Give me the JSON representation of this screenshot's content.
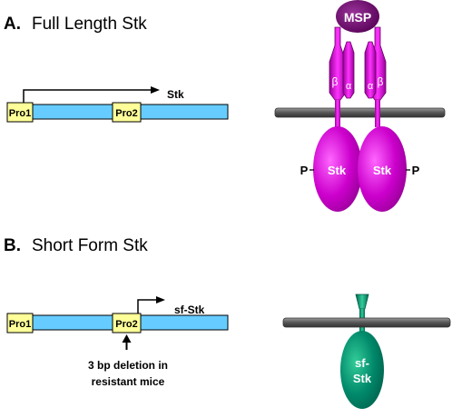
{
  "panel_a": {
    "letter": "A.",
    "title": "Full Length Stk",
    "promoter1": "Pro1",
    "promoter2": "Pro2",
    "transcript_label": "Stk",
    "ligand": "MSP",
    "beta": "β",
    "alpha": "α",
    "kinase_left": "Stk",
    "kinase_right": "Stk",
    "phospho_left": "P",
    "phospho_right": "P"
  },
  "panel_b": {
    "letter": "B.",
    "title": "Short Form Stk",
    "promoter1": "Pro1",
    "promoter2": "Pro2",
    "transcript_label": "sf-Stk",
    "deletion_note_line1": "3 bp deletion in",
    "deletion_note_line2": "resistant mice",
    "sf_line1": "sf-",
    "sf_line2": "Stk"
  },
  "colors": {
    "gene_bar": "#66ccff",
    "promoter_box": "#ffff99",
    "receptor_magenta": "#cc00cc",
    "ligand_purple": "#660066",
    "sf_green": "#009977",
    "membrane": "#666666"
  }
}
